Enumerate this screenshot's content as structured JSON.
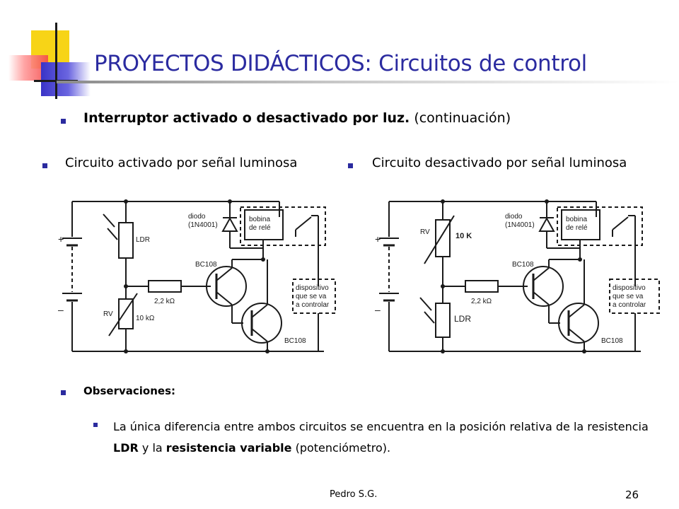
{
  "header": {
    "title": "PROYECTOS DIDÁCTICOS: Circuitos de control"
  },
  "subtitle": {
    "bold": "Interruptor activado o desactivado por luz.",
    "normal": "(continuación)"
  },
  "columns": {
    "left_heading": "Circuito activado por señal luminosa",
    "right_heading": "Circuito desactivado por señal luminosa"
  },
  "diagram_left": {
    "plus": "+",
    "minus": "–",
    "ldr": "LDR",
    "rv": "RV",
    "rv_value": "10 kΩ",
    "resistor": "2,2 kΩ",
    "diode_line1": "diodo",
    "diode_line2": "(1N4001)",
    "coil_line1": "bobina",
    "coil_line2": "de relé",
    "transistor_top": "BC108",
    "transistor_bottom": "BC108",
    "device_line1": "dispositivo",
    "device_line2": "que se va",
    "device_line3": "a controlar"
  },
  "diagram_right": {
    "plus": "+",
    "minus": "–",
    "rv": "RV",
    "rv_value": "10 K",
    "ldr": "LDR",
    "resistor": "2,2 kΩ",
    "diode_line1": "diodo",
    "diode_line2": "(1N4001)",
    "coil_line1": "bobina",
    "coil_line2": "de relé",
    "transistor_top": "BC108",
    "transistor_bottom": "BC108",
    "device_line1": "dispositivo",
    "device_line2": "que se va",
    "device_line3": "a controlar"
  },
  "observations": {
    "heading": "Observaciones:",
    "note_part1": "La única diferencia entre ambos circuitos se encuentra en la posición relativa de la resistencia",
    "note_ldr": "LDR",
    "note_part2": "y la",
    "note_rv": "resistencia variable",
    "note_part3": "(potenciómetro)."
  },
  "footer": {
    "author": "Pedro S.G.",
    "page": "26"
  },
  "colors": {
    "title": "#2b2ba0",
    "bullet": "#2b2b9f",
    "accent_yellow": "#f7d417",
    "accent_red": "#f44a4a",
    "accent_blue": "#3a33c7"
  }
}
